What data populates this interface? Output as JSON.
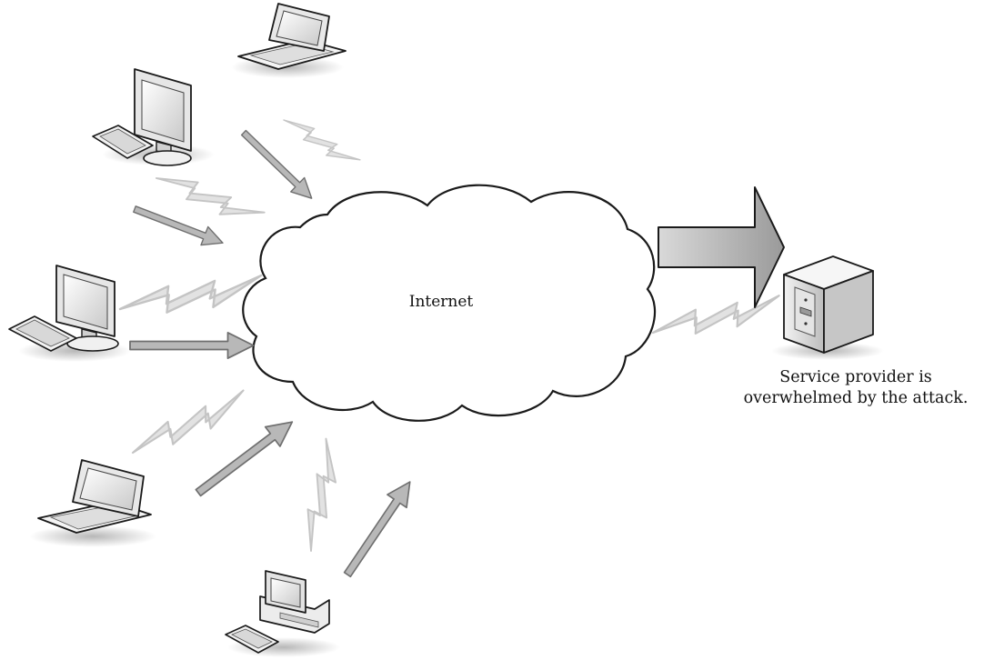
{
  "cloud": {
    "label": "Internet"
  },
  "target": {
    "caption_line1": "Service provider is",
    "caption_line2": "overwhelmed by the attack."
  },
  "icons": {
    "attackers": [
      "laptop-icon",
      "desktop-computer-icon",
      "desktop-computer-icon",
      "laptop-icon",
      "desktop-computer-icon"
    ],
    "target": "server-icon",
    "cloud": "cloud-icon",
    "traffic": "lightning-bolt-icon"
  },
  "colors": {
    "outline": "#1a1a1a",
    "arrow_fill": "#b8b8b8",
    "bolt_fill": "#e2e2e2",
    "background": "#ffffff"
  }
}
